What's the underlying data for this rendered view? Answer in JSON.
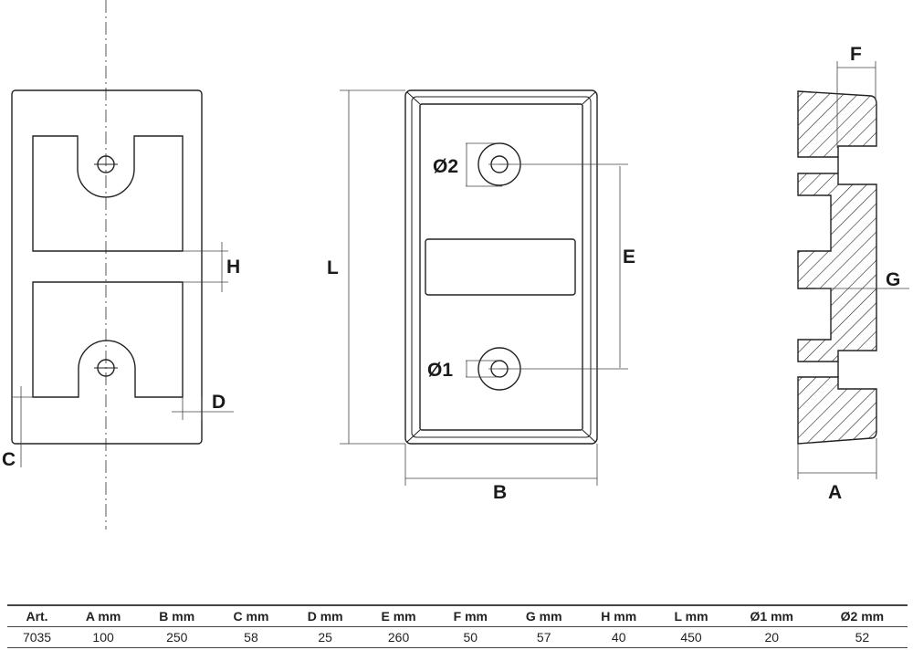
{
  "drawing": {
    "labels": {
      "A": "A",
      "B": "B",
      "C": "C",
      "D": "D",
      "E": "E",
      "F": "F",
      "G": "G",
      "H": "H",
      "L": "L",
      "d1": "Ø1",
      "d2": "Ø2"
    },
    "views": [
      "rear-view",
      "front-view",
      "section-view"
    ]
  },
  "table": {
    "headers": [
      "Art.",
      "A mm",
      "B mm",
      "C mm",
      "D mm",
      "E mm",
      "F mm",
      "G mm",
      "H mm",
      "L mm",
      "Ø1 mm",
      "Ø2 mm"
    ],
    "rows": [
      [
        "7035",
        "100",
        "250",
        "58",
        "25",
        "260",
        "50",
        "57",
        "40",
        "450",
        "20",
        "52"
      ]
    ]
  }
}
